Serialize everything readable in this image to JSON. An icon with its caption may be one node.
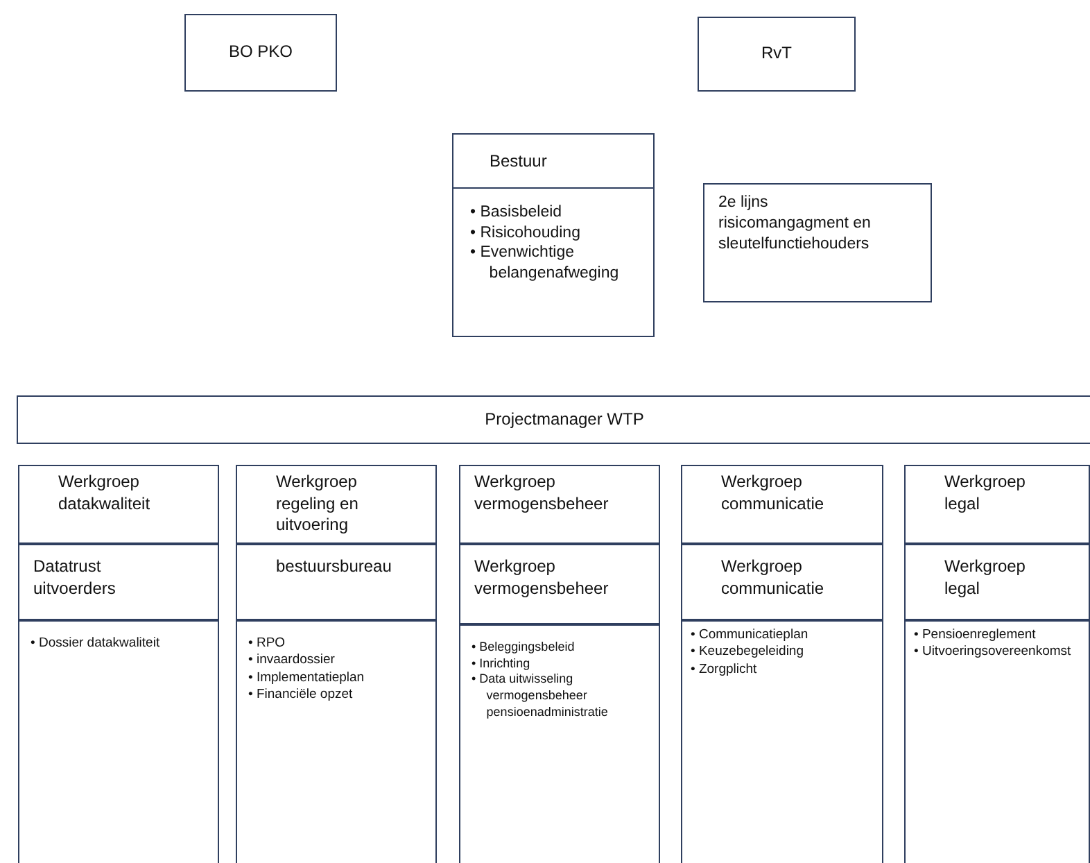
{
  "diagram": {
    "nodes": [
      {
        "text": [
          "BO PKO"
        ]
      },
      {
        "text": [
          "RvT"
        ]
      },
      {
        "text": [
          "Bestuur",
          "• Basisbeleid",
          "• Risicohouding",
          "• Evenwichtige belangenafweging"
        ]
      },
      {
        "text": [
          "2e lijns risicomangagment en sleutelfunctiehouders"
        ]
      },
      {
        "text": [
          "Projectmanager WTP"
        ]
      },
      {
        "text": [
          "Werkgroep datakwaliteit"
        ]
      },
      {
        "text": [
          "Datatrust uitvoerders"
        ]
      },
      {
        "text": [
          "• Dossier datakwaliteit"
        ]
      },
      {
        "text": [
          "Werkgroep regeling en uitvoering"
        ]
      },
      {
        "text": [
          "bestuursbureau"
        ]
      },
      {
        "text": [
          "• RPO",
          "• invaardossier",
          "• Implementatieplan",
          "• Financiële opzet"
        ]
      },
      {
        "text": [
          "Werkgroep vermogensbeheer"
        ]
      },
      {
        "text": [
          "Werkgroep vermogensbeheer"
        ]
      },
      {
        "text": [
          "• Beleggingsbeleid",
          "• Inrichting",
          "• Data uitwisseling vermogensbeheer pensioenadministratie"
        ]
      },
      {
        "text": [
          "Werkgroep communicatie"
        ]
      },
      {
        "text": [
          "Werkgroep communicatie"
        ]
      },
      {
        "text": [
          "• Communicatieplan",
          "• Keuzebegeleiding",
          "• Zorgplicht"
        ]
      },
      {
        "text": [
          "Werkgroep legal"
        ]
      },
      {
        "text": [
          "Werkgroep legal"
        ]
      },
      {
        "text": [
          "• Pensioenreglement",
          "• Uitvoeringsovereenkomst"
        ]
      }
    ]
  }
}
